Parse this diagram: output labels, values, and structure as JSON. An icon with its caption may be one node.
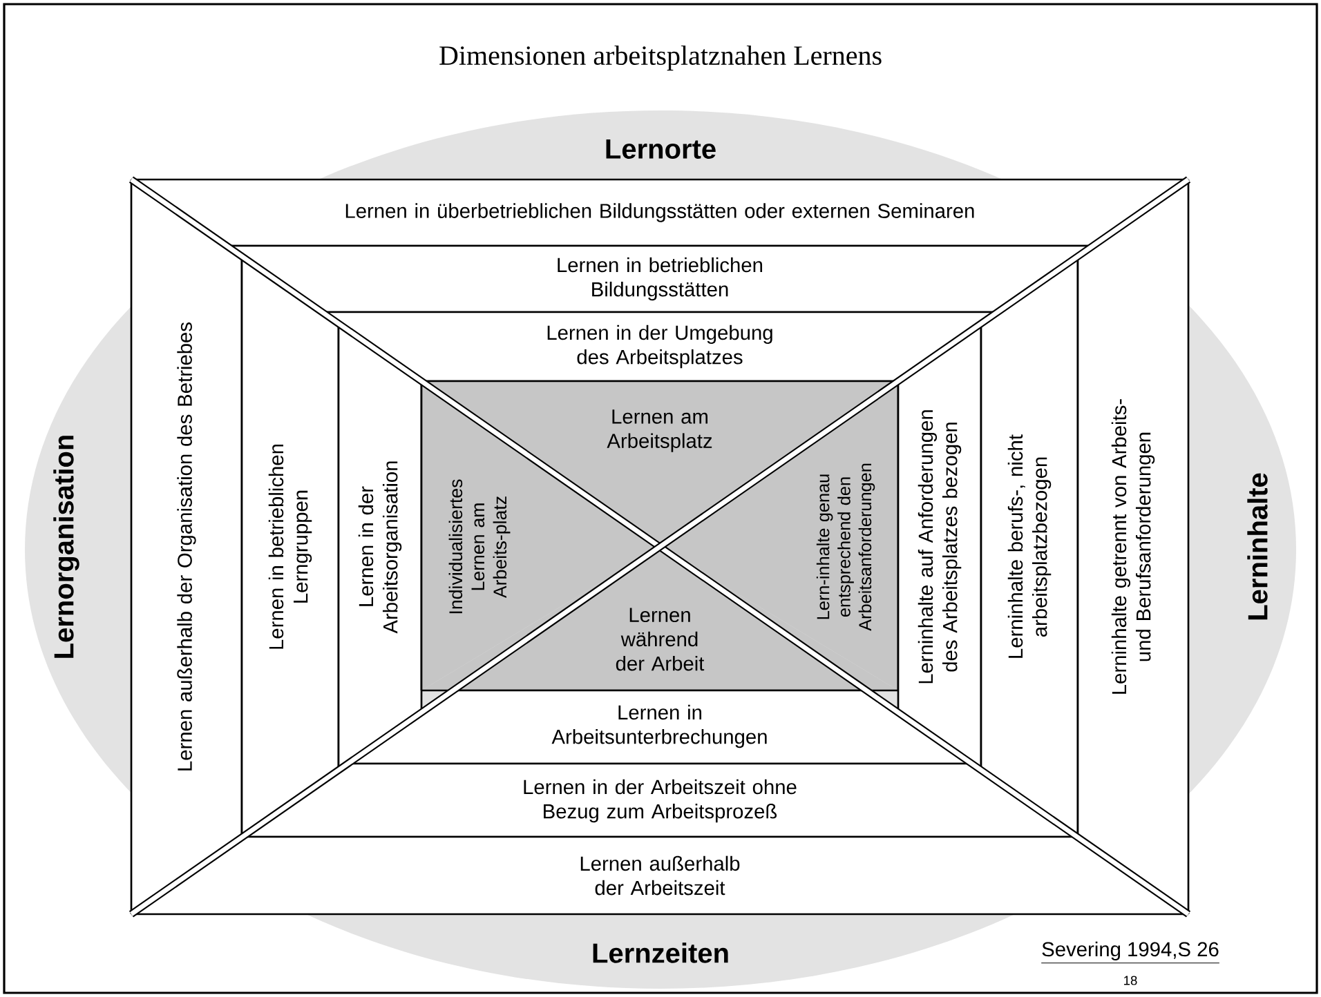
{
  "diagram": {
    "title": "Dimensionen arbeitsplatznahen Lernens",
    "nodes": [
      {
        "text": [
          "Lernen in überbetrieblichen Bildungsstätten oder externen Seminaren"
        ]
      },
      {
        "text": [
          "Lernen in betrieblichen Bildungsstätten"
        ]
      },
      {
        "text": [
          "Lernen in der Umgebung des Arbeitsplatzes"
        ]
      },
      {
        "text": [
          "Lernen am Arbeitsplatz"
        ]
      },
      {
        "text": [
          "Lernen außerhalb der Organisation des Betriebes"
        ]
      },
      {
        "text": [
          "Lernen in betrieblichen Lerngruppen"
        ]
      },
      {
        "text": [
          "Lernen in der Arbeitsorganisation"
        ]
      },
      {
        "text": [
          "Individualisiertes Lernen am Arbeits-platz"
        ]
      },
      {
        "text": [
          "Lern-inhalte genau entsprechend den Arbeitsanforderungen"
        ]
      },
      {
        "text": [
          "Lerninhalte auf Anforderungen des Arbeitsplatzes bezogen"
        ]
      },
      {
        "text": [
          "Lerninhalte berufs-, nicht arbeitsplatzbezogen"
        ]
      },
      {
        "text": [
          "Lerninhalte getrennt von Arbeits- und Berufsanforderungen"
        ]
      },
      {
        "text": [
          "Lernen während der Arbeit"
        ]
      },
      {
        "text": [
          "Lernen in Arbeitsunterbrechungen"
        ]
      },
      {
        "text": [
          "Lernen in der Arbeitszeit ohne Bezug zum Arbeitsprozeß"
        ]
      },
      {
        "text": [
          "Lernen außerhalb der Arbeitszeit"
        ]
      }
    ],
    "labels": [
      "Lernorte",
      "Lernorganisation",
      "Lerninhalte",
      "Lernzeiten",
      "Severing 1994,S 26",
      "18"
    ]
  }
}
